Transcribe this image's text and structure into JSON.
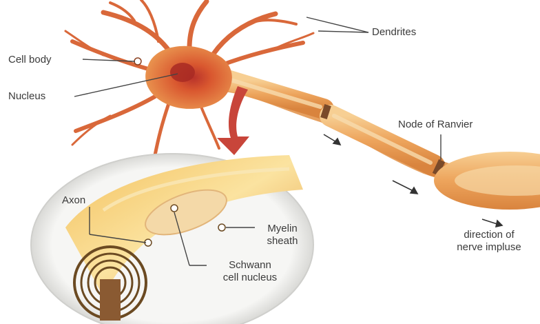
{
  "labels": {
    "dendrites": "Dendrites",
    "cell_body": "Cell body",
    "nucleus": "Nucleus",
    "node_of_ranvier": "Node of Ranvier",
    "axon": "Axon",
    "myelin_sheath_line1": "Myelin",
    "myelin_sheath_line2": "sheath",
    "schwann_line1": "Schwann",
    "schwann_line2": "cell nucleus",
    "direction_line1": "direction of",
    "direction_line2": "nerve impluse"
  },
  "colors": {
    "cell_body": "#e07a3a",
    "cell_core": "#b8322a",
    "myelin": "#f2b870",
    "axon_inner": "#f6d9a8",
    "zoom_circle": "#f2f2f0",
    "zoom_arrow": "#c8453a",
    "label_text": "#3a3a3a"
  }
}
